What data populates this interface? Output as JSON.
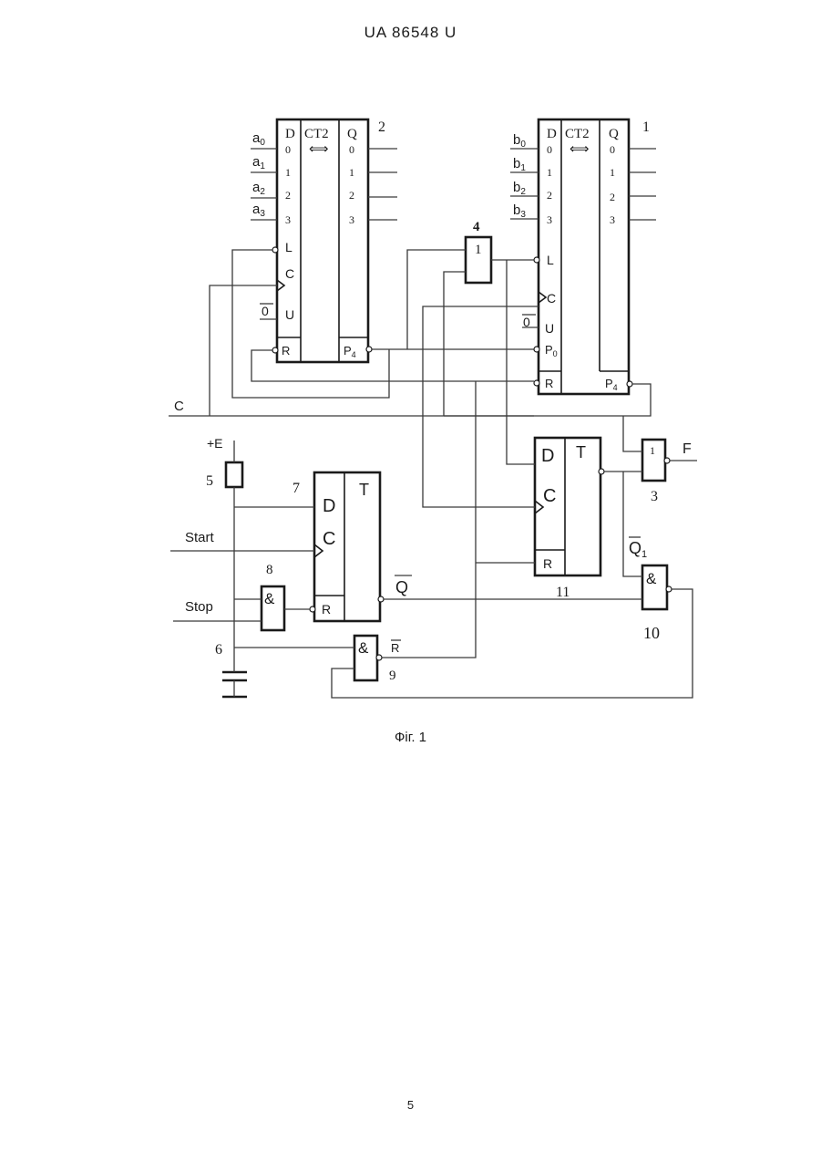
{
  "header": {
    "text": "UA   86548   U"
  },
  "caption": {
    "text": "Фіг. 1"
  },
  "page_number": {
    "text": "5"
  },
  "diagram": {
    "counter2": {
      "ref": "2",
      "func": "CT2",
      "dir": "⟺",
      "d": "D",
      "q": "Q",
      "pins_left": [
        "0",
        "1",
        "2",
        "3"
      ],
      "pins_right": [
        "0",
        "1",
        "2",
        "3"
      ],
      "inputs": [
        "a",
        "a",
        "a",
        "a"
      ],
      "input_subs": [
        "0",
        "1",
        "2",
        "3"
      ],
      "l": "L",
      "c": "C",
      "u": "U",
      "u_level": "0",
      "r": "R",
      "p4": "P",
      "p4_sub": "4"
    },
    "counter1": {
      "ref": "1",
      "func": "CT2",
      "dir": "⟺",
      "d": "D",
      "q": "Q",
      "pins_left": [
        "0",
        "1",
        "2",
        "3"
      ],
      "pins_right": [
        "0",
        "1",
        "2",
        "3"
      ],
      "inputs": [
        "b",
        "b",
        "b",
        "b"
      ],
      "input_subs": [
        "0",
        "1",
        "2",
        "3"
      ],
      "l": "L",
      "c": "C",
      "u": "U",
      "u_level": "0",
      "p0": "P",
      "p0_sub": "0",
      "r": "R",
      "p4": "P",
      "p4_sub": "4"
    },
    "gate4": {
      "ref": "4",
      "symbol": "1"
    },
    "gate3": {
      "ref": "3",
      "symbol": "1",
      "output": "F"
    },
    "trigger7": {
      "ref": "7",
      "d": "D",
      "c": "C",
      "t": "T",
      "r": "R",
      "qbar": "Q"
    },
    "trigger11": {
      "ref": "11",
      "d": "D",
      "c": "C",
      "t": "T",
      "r": "R",
      "q1": "Q",
      "q1_sub": "1"
    },
    "gate8": {
      "ref": "8",
      "symbol": "&"
    },
    "gate9": {
      "ref": "9",
      "symbol": "&",
      "rbar": "R"
    },
    "gate10": {
      "ref": "10",
      "symbol": "&"
    },
    "resistor5": {
      "ref": "5"
    },
    "capacitor6": {
      "ref": "6"
    },
    "labels": {
      "supply": "+E",
      "start": "Start",
      "stop": "Stop",
      "clock": "C"
    }
  }
}
